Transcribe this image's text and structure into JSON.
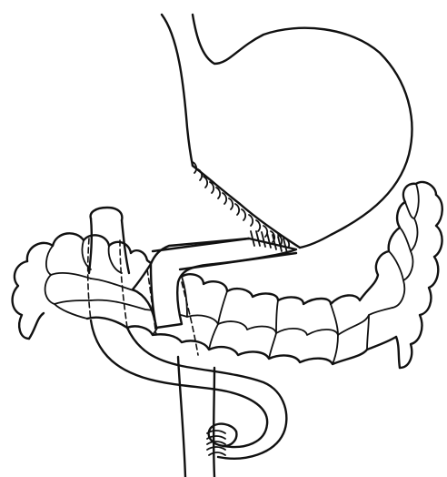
{
  "figure": {
    "kind": "surgical anatomy line drawing",
    "background_color": "#ffffff",
    "ink_color": "#111111",
    "components": [
      "stomach",
      "gastric-resection-suture-line",
      "transverse-colon",
      "small-bowel-loop",
      "gastrojejunal-anastomosis",
      "jejunojejunal-anastomosis"
    ]
  }
}
